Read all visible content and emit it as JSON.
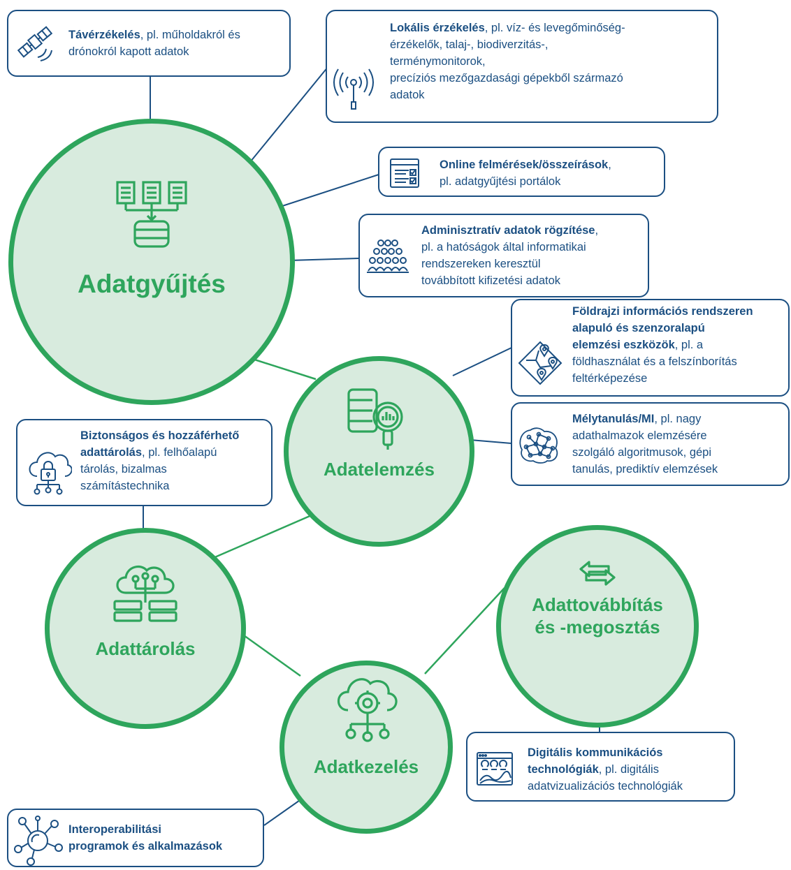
{
  "colors": {
    "green": "#2ea55c",
    "circle_fill": "#d8ebde",
    "navy": "#1b4f82"
  },
  "circles": {
    "gyujtes": {
      "title": "Adatgyűjtés",
      "icon": "database-network-icon"
    },
    "elemzes": {
      "title": "Adatelemzés",
      "icon": "database-magnifier-chart-icon"
    },
    "tarolas": {
      "title": "Adattárolás",
      "icon": "cloud-storage-icon"
    },
    "kezeles": {
      "title": "Adatkezelés",
      "icon": "cloud-gear-network-icon"
    },
    "tovabbitas": {
      "title_line1": "Adattovábbítás",
      "title_line2": "és -megosztás",
      "icon": "exchange-arrows-icon"
    }
  },
  "boxes": {
    "taverzekeles": {
      "bold": "Távérzékelés",
      "rest_line1": ", pl. műholdakról és",
      "line2": "drónokról kapott adatok",
      "icon": "satellite-icon"
    },
    "lokalis": {
      "bold": "Lokális érzékelés",
      "rest_line1": ", pl. víz- és levegőminőség-",
      "line2": "érzékelők, talaj-, biodiverzitás-,",
      "line3": "terménymonitorok,",
      "line4": "precíziós mezőgazdasági gépekből származó",
      "line5": "adatok",
      "icon": "antenna-signal-icon"
    },
    "online": {
      "bold": "Online felmérések/összeírások",
      "rest_line1": ",",
      "line2": "pl. adatgyűjtési portálok",
      "icon": "checklist-form-icon"
    },
    "adminisztrativ": {
      "bold": "Adminisztratív adatok rögzítése",
      "rest_line1": ",",
      "line2": "pl. a hatóságok által informatikai",
      "line3": "rendszereken keresztül",
      "line4": "továbbított kifizetési adatok",
      "icon": "crowd-people-icon"
    },
    "foldrajzi": {
      "bold_line1": "Földrajzi információs rendszeren",
      "bold_line2": "alapuló és szenzoralapú",
      "bold_line3": "elemzési eszközök",
      "rest_line3": ", pl. a",
      "line4": "földhasználat és a felszínborítás",
      "line5": "feltérképezése",
      "icon": "map-pins-icon"
    },
    "melytanulas": {
      "bold": "Mélytanulás/MI",
      "rest_line1": ", pl. nagy",
      "line2": "adathalmazok elemzésére",
      "line3": "szolgáló algoritmusok, gépi",
      "line4": "tanulás, prediktív elemzések",
      "icon": "neural-network-icon"
    },
    "biztonsagos": {
      "bold_line1": "Biztonságos és hozzáférhető",
      "bold_line2": "adattárolás",
      "rest_line2": ", pl. felhőalapú",
      "line3": "tárolás, bizalmas",
      "line4": "számítástechnika",
      "icon": "cloud-lock-icon"
    },
    "digitalis": {
      "bold_line1": "Digitális kommunikációs",
      "bold_line2": "technológiák",
      "rest_line2": ", pl. digitális",
      "line3": "adatvizualizációs technológiák",
      "icon": "dashboard-screen-icon"
    },
    "interoperabilitasi": {
      "bold_line1": "Interoperabilitási",
      "bold_line2": "programok és alkalmazások",
      "icon": "molecule-network-icon"
    }
  }
}
